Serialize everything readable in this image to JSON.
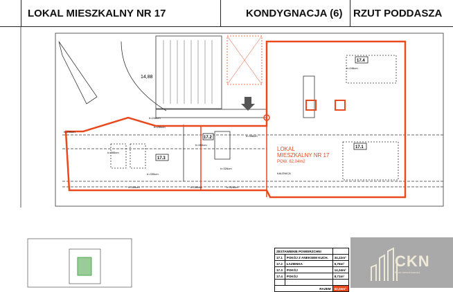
{
  "header": {
    "title": "LOKAL MIESZKALNY NR 17",
    "floor": "KONDYGNACJA (6)",
    "plan_type": "RZUT PODDASZA"
  },
  "plan": {
    "unit_label": "LOKAL",
    "unit_label2": "MIESZKALNY NR 17",
    "unit_area": "POW. 62,04m2",
    "elevation": "14,88",
    "ridge_label": "KALENICA",
    "rooms": [
      "17.1",
      "17.2",
      "17.3",
      "17.4"
    ],
    "dims": [
      "h=246cm",
      "h=255cm",
      "h=285cm",
      "h=335cm",
      "h=309cm",
      "h=284cm",
      "h=324cm",
      "h=355cm",
      "h=326cm",
      "h=346cm",
      "h=200cm",
      "h=246cm"
    ],
    "accent": "#e8491d"
  },
  "summary": {
    "title": "ZESTAWIENIE POWIERZCHNI",
    "rows": [
      {
        "no": "17.1",
        "name": "POKÓJ Z ANEKSEM KUCH.",
        "area": "34,22m²"
      },
      {
        "no": "17.2",
        "name": "ŁAZIENKA",
        "area": "5,76m²"
      },
      {
        "no": "17.3",
        "name": "POKÓJ",
        "area": "14,34m²"
      },
      {
        "no": "17.4",
        "name": "POKÓJ",
        "area": "8,71m²"
      }
    ],
    "total_label": "RAZEM",
    "total": "62,04m²"
  },
  "logo": {
    "name": "CKN",
    "tagline": "Biuro nieruchomości"
  }
}
